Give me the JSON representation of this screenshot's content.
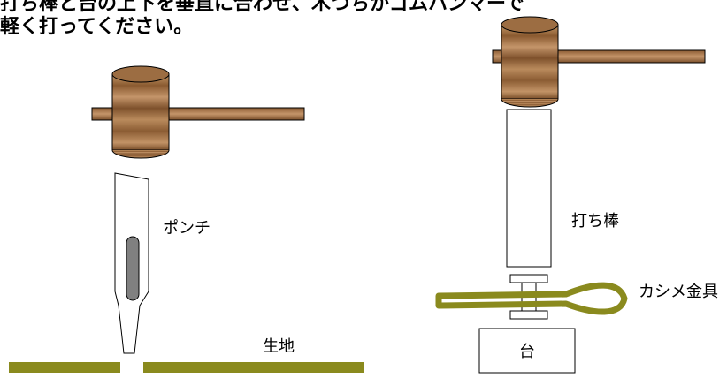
{
  "instruction": {
    "line1": "打ち棒と台の上下を垂直に合わせ、木づちかゴムハンマーで",
    "line2": "軽く打ってください。"
  },
  "labels": {
    "punch": "ポンチ",
    "fabric": "生地",
    "striking_rod": "打ち棒",
    "fastener": "カシメ金具",
    "table": "台"
  },
  "colors": {
    "wood_light": "#b5865a",
    "wood_dark": "#7a4f2a",
    "olive": "#8a8a1e",
    "olive_light": "#b6ad3a",
    "outline": "#000000",
    "slot_fill": "#808080"
  }
}
